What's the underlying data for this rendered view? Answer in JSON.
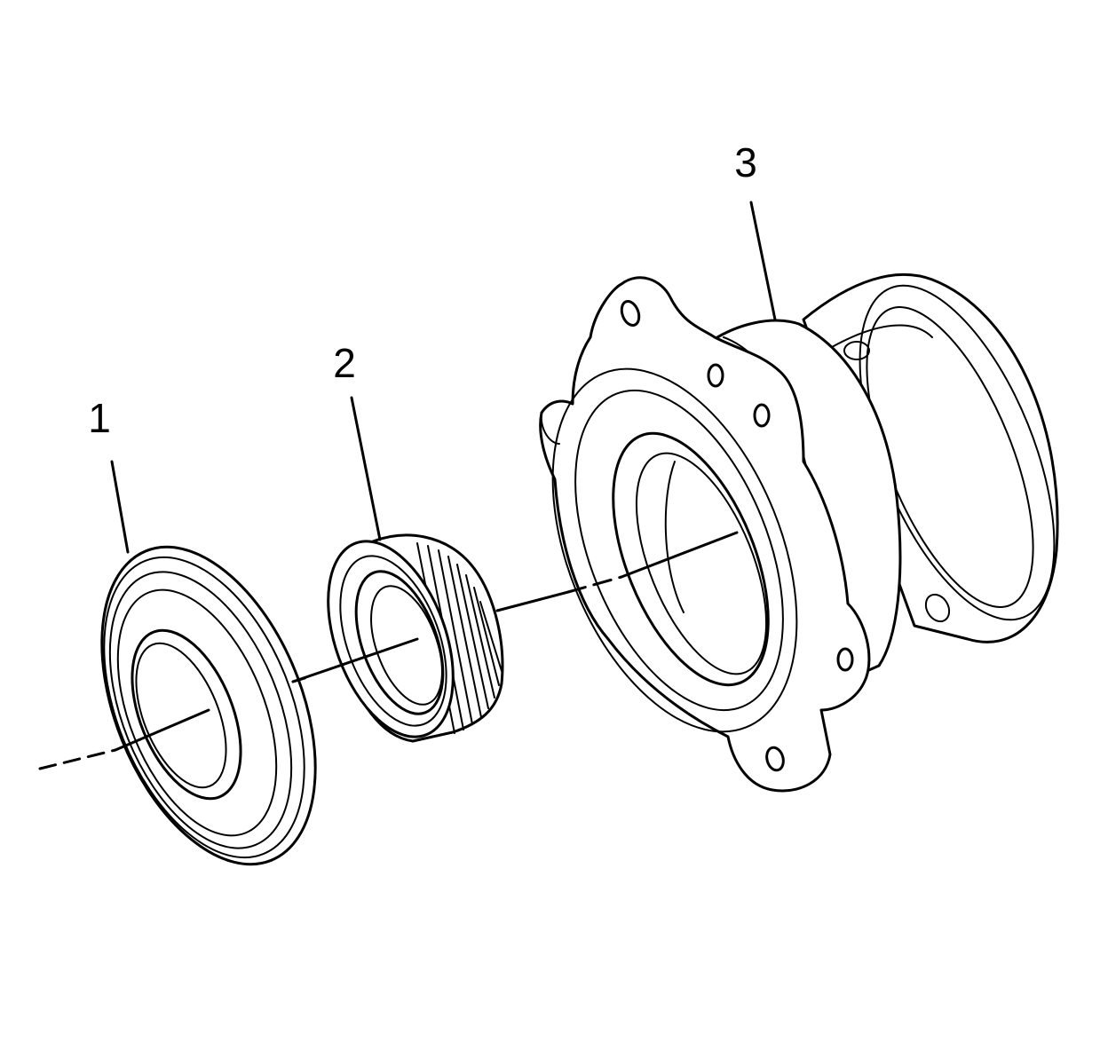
{
  "callouts": {
    "seal": "1",
    "bearing": "2",
    "housing": "3"
  },
  "colors": {
    "line": "#000000",
    "background": "#ffffff"
  }
}
